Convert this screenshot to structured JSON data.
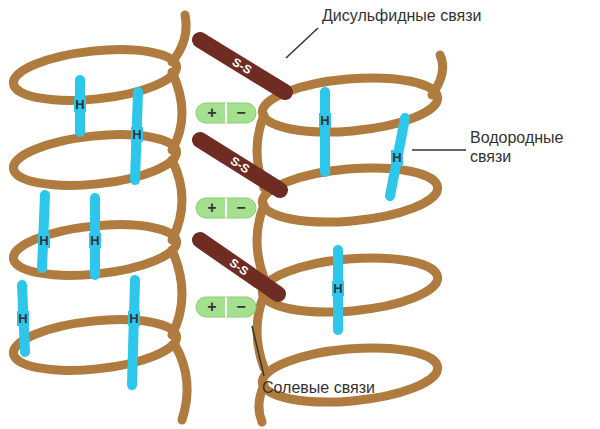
{
  "diagram": {
    "labels": [
      "Дисульфидные связи",
      "Водородные связи",
      "Солевые связи",
      "H",
      "H",
      "H",
      "H",
      "H",
      "H",
      "H",
      "H",
      "H",
      "S-S",
      "S-S",
      "S-S",
      "+",
      "−",
      "+",
      "−",
      "+",
      "−"
    ]
  }
}
